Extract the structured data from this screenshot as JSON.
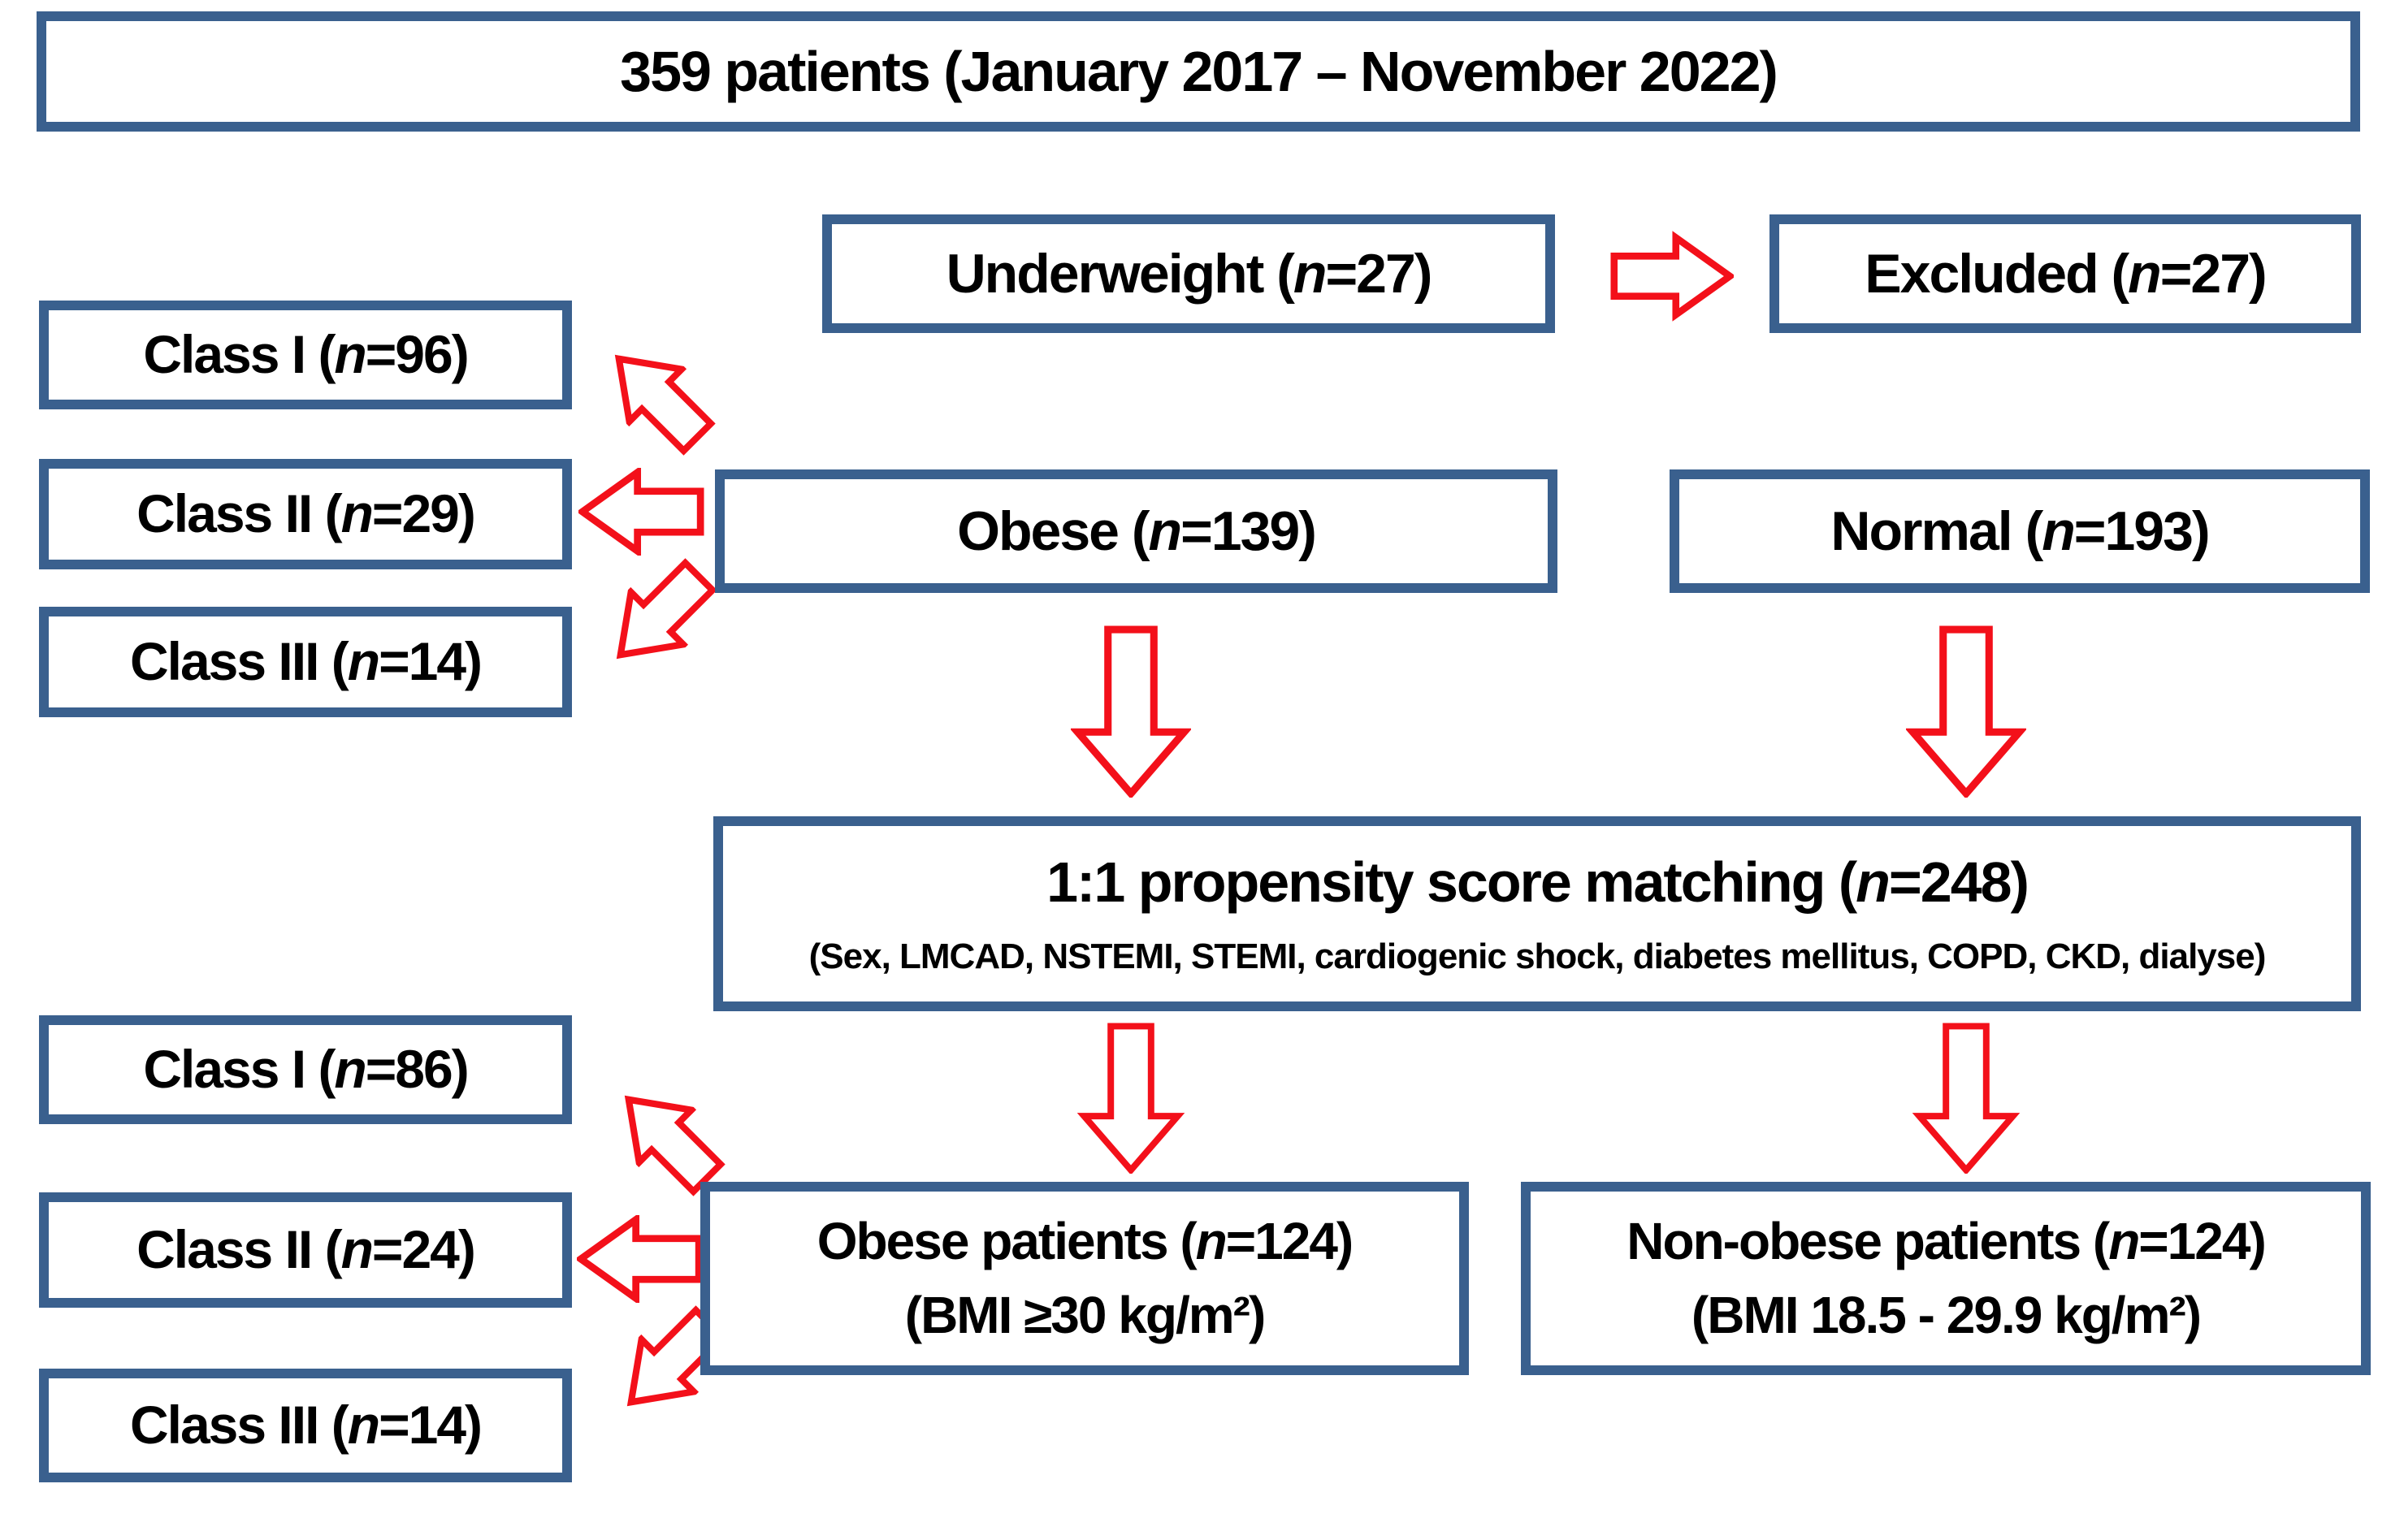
{
  "colors": {
    "box_border": "#3a608e",
    "arrow": "#f3101a",
    "text": "#000000",
    "background": "#ffffff"
  },
  "boxes": {
    "total": {
      "label": "359 patients (January 2017 – November 2022)"
    },
    "underweight": {
      "pre": "Underweight (",
      "n": "n",
      "post": "=27)"
    },
    "excluded": {
      "pre": "Excluded (",
      "n": "n",
      "post": "=27)"
    },
    "obese": {
      "pre": "Obese (",
      "n": "n",
      "post": "=139)"
    },
    "normal": {
      "pre": "Normal (",
      "n": "n",
      "post": "=193)"
    },
    "obese_classes": [
      {
        "pre": "Class I (",
        "n": "n",
        "post": "=96)"
      },
      {
        "pre": "Class II (",
        "n": "n",
        "post": "=29)"
      },
      {
        "pre": "Class III (",
        "n": "n",
        "post": "=14)"
      }
    ],
    "matching": {
      "title_pre": "1:1 propensity score matching (",
      "title_n": "n",
      "title_post": "=248)",
      "subtitle": "(Sex, LMCAD, NSTEMI, STEMI, cardiogenic shock, diabetes mellitus, COPD, CKD,  dialyse)"
    },
    "matched_obese_classes": [
      {
        "pre": "Class I (",
        "n": "n",
        "post": "=86)"
      },
      {
        "pre": "Class II (",
        "n": "n",
        "post": "=24)"
      },
      {
        "pre": "Class III (",
        "n": "n",
        "post": "=14)"
      }
    ],
    "obese_patients": {
      "pre": "Obese patients (",
      "n": "n",
      "post": "=124)",
      "line2": "(BMI ≥30 kg/m²)"
    },
    "non_obese_patients": {
      "pre": "Non-obese patients (",
      "n": "n",
      "post": "=124)",
      "line2": "(BMI 18.5 - 29.9 kg/m²)"
    }
  }
}
